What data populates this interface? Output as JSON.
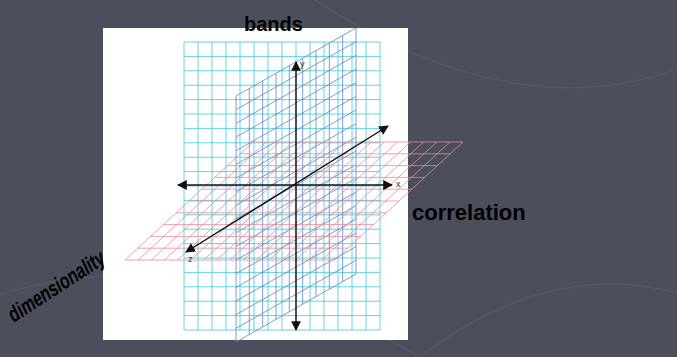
{
  "diagram": {
    "labels": [
      "bands",
      "correlation",
      "dimensionality",
      "y",
      "x",
      "z"
    ]
  }
}
